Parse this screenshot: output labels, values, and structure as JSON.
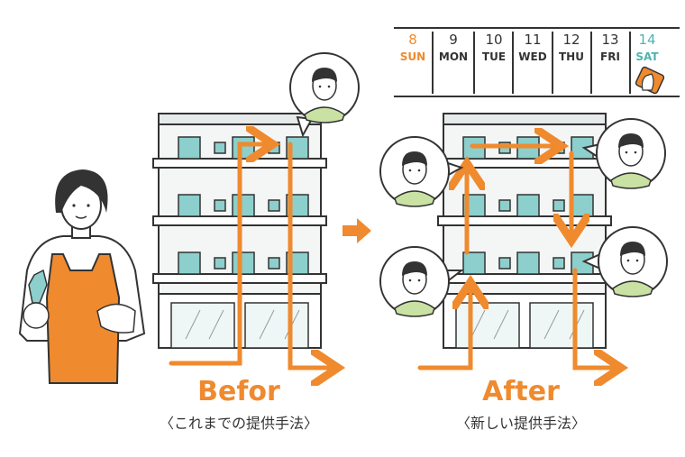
{
  "calendar": {
    "days": [
      {
        "num": "8",
        "day": "SUN"
      },
      {
        "num": "9",
        "day": "MON"
      },
      {
        "num": "10",
        "day": "TUE"
      },
      {
        "num": "11",
        "day": "WED"
      },
      {
        "num": "12",
        "day": "THU"
      },
      {
        "num": "13",
        "day": "FRI"
      },
      {
        "num": "14",
        "day": "SAT"
      }
    ]
  },
  "before": {
    "title": "Befor",
    "subtitle": "〈これまでの提供手法〉"
  },
  "after": {
    "title": "After",
    "subtitle": "〈新しい提供手法〉"
  },
  "colors": {
    "orange": "#ef8a2e",
    "teal": "#4fb3b0",
    "window": "#8ccfcc",
    "green": "#c9e2a4",
    "ink": "#333333"
  }
}
